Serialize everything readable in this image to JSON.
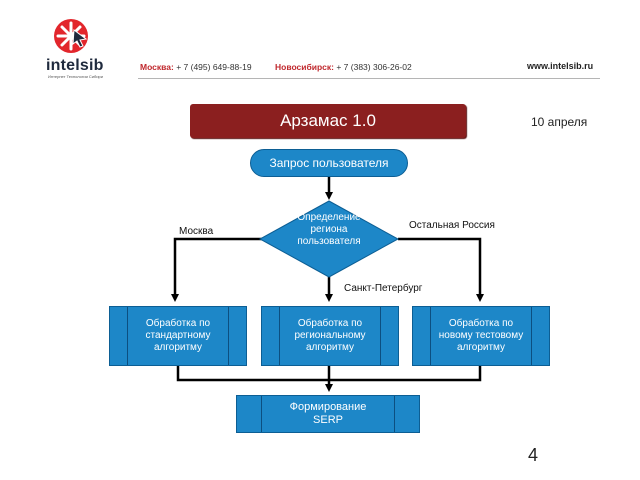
{
  "header": {
    "brand": "intelsib",
    "tagline": "Интернет Технологии Сибири",
    "contacts": [
      {
        "city": "Москва:",
        "phone": "+ 7 (495) 649-88-19"
      },
      {
        "city": "Новосибирск:",
        "phone": "+ 7 (383) 306-26-02"
      }
    ],
    "website": "www.intelsib.ru"
  },
  "title": "Арзамас 1.0",
  "date": "10 апреля",
  "page_number": "4",
  "flowchart": {
    "start": "Запрос пользователя",
    "decision": "Определение региона пользователя",
    "branch_labels": {
      "left": "Москва",
      "middle": "Санкт-Петербург",
      "right": "Остальная Россия"
    },
    "processes": [
      "Обработка по стандартному алгоритму",
      "Обработка по региональному алгоритму",
      "Обработка по новому тестовому алгоритму"
    ],
    "end_line1": "Формирование",
    "end_line2": "SERP"
  },
  "colors": {
    "title_bar": "#8b1f1f",
    "node_fill": "#1d87c8",
    "connector": "#000000",
    "logo_red": "#e2262c"
  }
}
